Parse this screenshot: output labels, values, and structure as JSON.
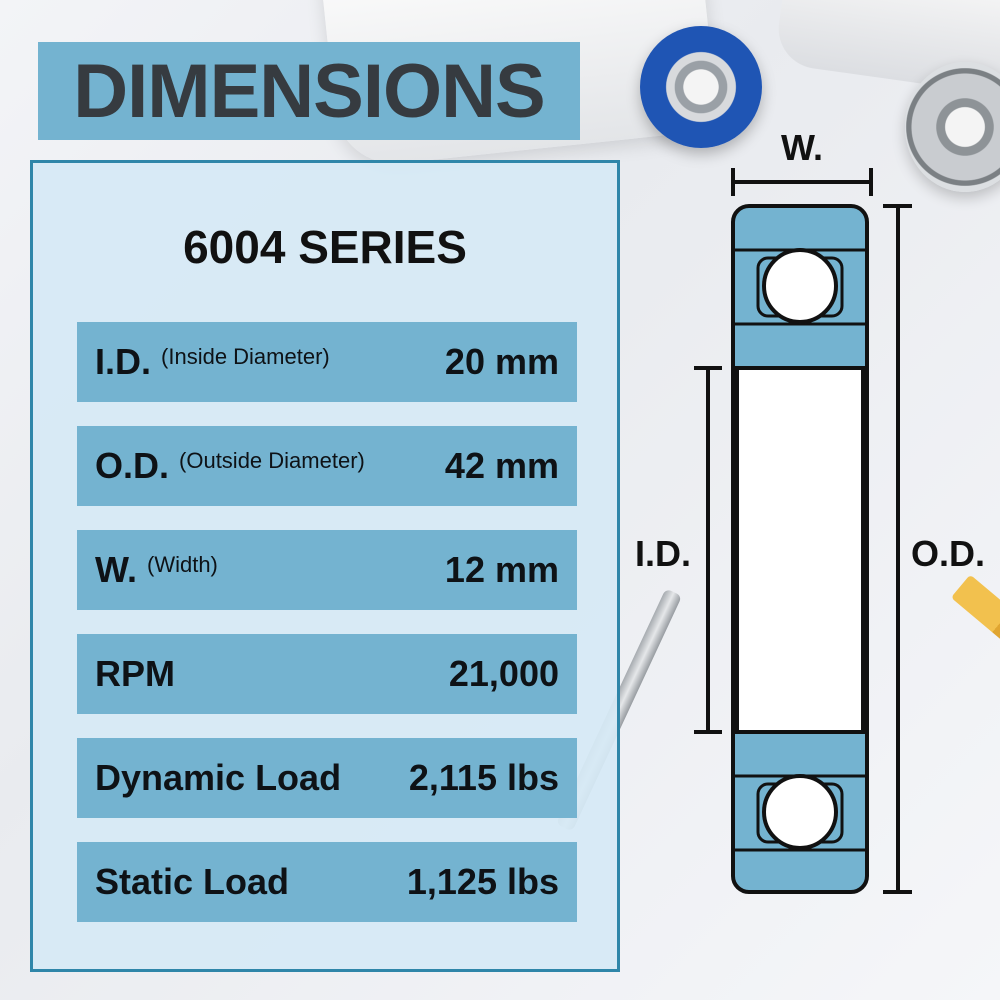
{
  "header": {
    "title": "DIMENSIONS"
  },
  "panel": {
    "series": "6004 SERIES",
    "rows": [
      {
        "label": "I.D.",
        "sub": "(Inside Diameter)",
        "value": "20 mm"
      },
      {
        "label": "O.D.",
        "sub": "(Outside Diameter)",
        "value": "42 mm"
      },
      {
        "label": "W.",
        "sub": "(Width)",
        "value": "12 mm"
      },
      {
        "label": "RPM",
        "sub": "",
        "value": "21,000"
      },
      {
        "label": "Dynamic Load",
        "sub": "",
        "value": "2,115 lbs"
      },
      {
        "label": "Static Load",
        "sub": "",
        "value": "1,125 lbs"
      }
    ]
  },
  "diagram": {
    "width_label": "W.",
    "id_label": "I.D.",
    "od_label": "O.D."
  },
  "colors": {
    "banner": "#74b3d0",
    "panel_bg": "#d6eaf5",
    "panel_border": "#2f86a9",
    "row_bg": "#74b3d0",
    "ring_fill": "#74b3d0",
    "text_dark": "#363b40"
  }
}
